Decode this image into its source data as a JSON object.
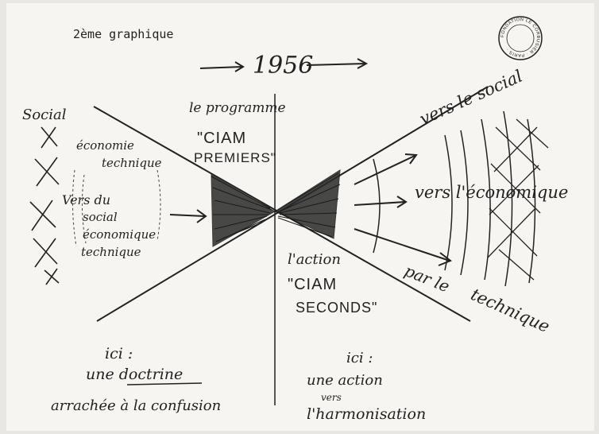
{
  "header": {
    "label": "2ème graphique",
    "year": "1956"
  },
  "stamp": {
    "text": "FONDATION LE CORBUSIER · PARIS ·"
  },
  "left": {
    "social": "Social",
    "economic_line1": "économie",
    "economic_line2": "technique",
    "vers_line1": "Vers du",
    "vers_line2": "social",
    "vers_line3": "économique",
    "vers_line4": "technique"
  },
  "top": {
    "line1": "le programme",
    "line2": "\"CIAM",
    "line3": "PREMIERS\""
  },
  "right": {
    "to_social": "vers le social",
    "to_economic": "vers l'économique",
    "by_technique_line1": "par le",
    "by_technique_line2": "technique"
  },
  "bottom_center": {
    "line1": "l'action",
    "line2": "\"CIAM",
    "line3": "SECONDS\""
  },
  "bottom_left": {
    "line1": "ici :",
    "line2": "une doctrine",
    "line3": "arrachée à la confusion"
  },
  "bottom_right": {
    "line1": "ici :",
    "line2": "une action",
    "line3": "vers",
    "line4": "l'harmonisation"
  },
  "colors": {
    "ink": "#222222",
    "paper": "#f6f5f2"
  }
}
